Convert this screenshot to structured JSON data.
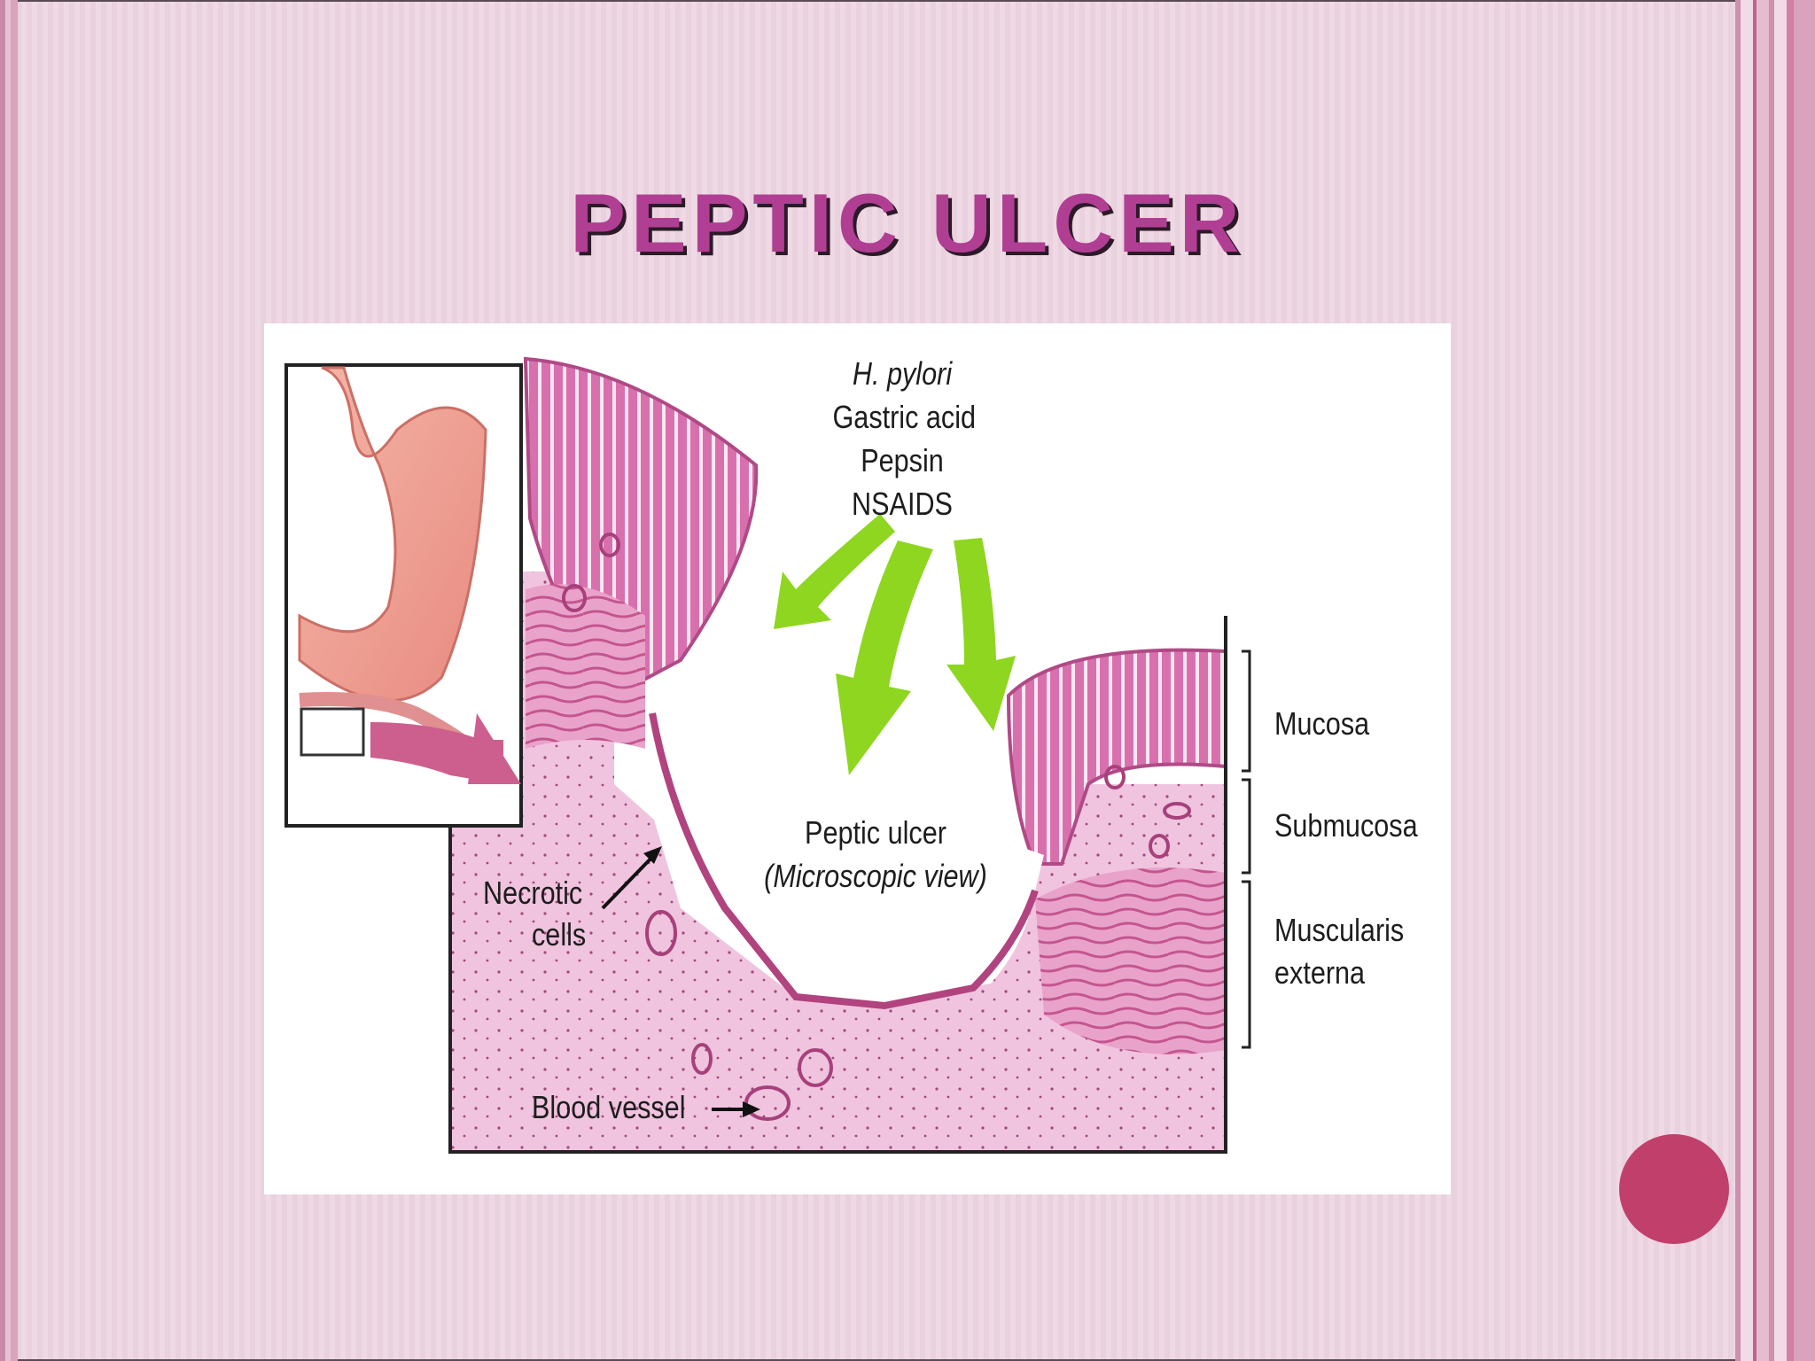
{
  "slide": {
    "title": "PEPTIC ULCER",
    "colors": {
      "title": "#b03f93",
      "title_shadow": "#2c1a28",
      "background": "#eed9e4",
      "accent_dot": "#c0406b",
      "arrows": "#8ed61f",
      "tissue": "#d56aa8"
    }
  },
  "figure": {
    "causes": [
      "H. pylori",
      "Gastric acid",
      "Pepsin",
      "NSAIDS"
    ],
    "ulcer_label": "Peptic ulcer",
    "ulcer_sublabel": "(Microscopic view)",
    "necrotic_label_line1": "Necrotic",
    "necrotic_label_line2": "cells",
    "vessel_label": "Blood vessel",
    "layers": {
      "mucosa": "Mucosa",
      "submucosa": "Submucosa",
      "muscularis_line1": "Muscularis",
      "muscularis_line2": "externa"
    }
  }
}
